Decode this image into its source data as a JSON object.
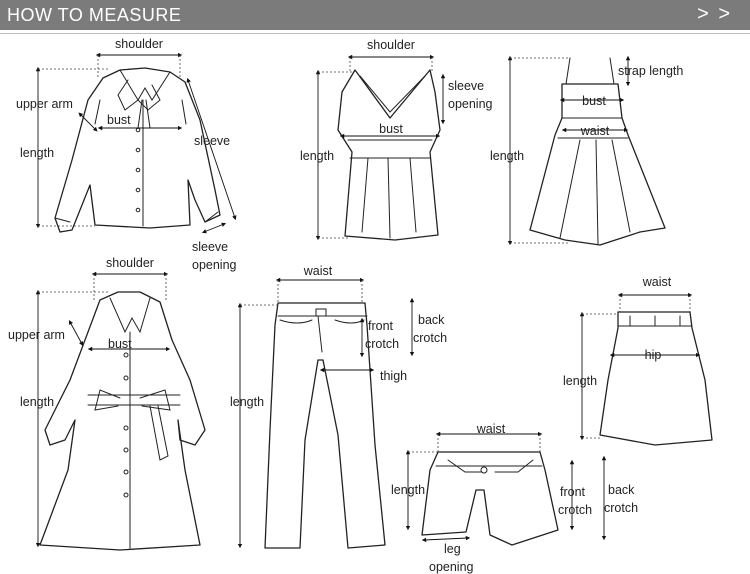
{
  "header": {
    "title": "HOW TO MEASURE",
    "arrows": "> >"
  },
  "shirt": {
    "shoulder": "shoulder",
    "upper_arm": "upper arm",
    "bust": "bust",
    "length": "length",
    "sleeve": "sleeve",
    "sleeve_opening_1": "sleeve",
    "sleeve_opening_2": "opening"
  },
  "vest": {
    "shoulder": "shoulder",
    "sleeve_opening_1": "sleeve",
    "sleeve_opening_2": "opening",
    "bust": "bust",
    "length": "length"
  },
  "dress": {
    "strap_length": "strap length",
    "bust": "bust",
    "waist": "waist",
    "length": "length"
  },
  "coat": {
    "shoulder": "shoulder",
    "upper_arm": "upper arm",
    "bust": "bust",
    "length": "length"
  },
  "pants": {
    "waist": "waist",
    "front_crotch_1": "front",
    "front_crotch_2": "crotch",
    "back_crotch_1": "back",
    "back_crotch_2": "crotch",
    "thigh": "thigh",
    "length": "length"
  },
  "skirt": {
    "waist": "waist",
    "hip": "hip",
    "length": "length"
  },
  "shorts": {
    "waist": "waist",
    "length": "length",
    "front_crotch_1": "front",
    "front_crotch_2": "crotch",
    "back_crotch_1": "back",
    "back_crotch_2": "crotch",
    "leg_opening_1": "leg",
    "leg_opening_2": "opening"
  }
}
